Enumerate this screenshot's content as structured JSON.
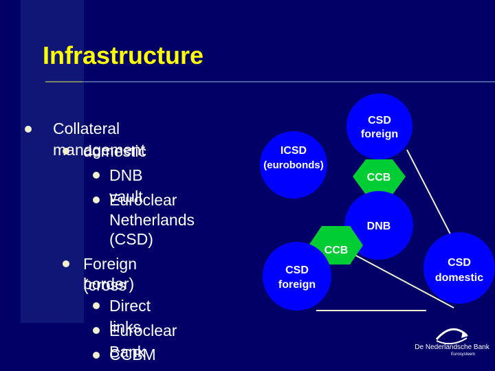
{
  "slide": {
    "title": "Infrastructure"
  },
  "bullets": {
    "collateral": "Collateral management",
    "domestic": "domestic",
    "dnb_vault": "DNB vault",
    "euroclear_nl_1": "Euroclear",
    "euroclear_nl_2": "Netherlands",
    "euroclear_nl_3": "(CSD)",
    "foreign_1": "Foreign (cross",
    "foreign_2": "border)",
    "direct_links": "Direct links",
    "euroclear_bank": "Euroclear Bank",
    "ccbm": "CCBM"
  },
  "diagram": {
    "csd_foreign_top_1": "CSD",
    "csd_foreign_top_2": "foreign",
    "icsd_1": "ICSD",
    "icsd_2": "(eurobonds)",
    "ccb_top": "CCB",
    "dnb": "DNB",
    "ccb_bottom": "CCB",
    "csd_foreign_bottom_1": "CSD",
    "csd_foreign_bottom_2": "foreign",
    "csd_domestic_1": "CSD",
    "csd_domestic_2": "domestic"
  },
  "logo": {
    "name": "De Nederlandsche Bank",
    "sub": "Eurosysteem"
  },
  "colors": {
    "background": "#000066",
    "title": "#ffff00",
    "node_fill": "#0000ff",
    "hexagon_fill": "#00cc33",
    "lines": "#f0f0d0"
  }
}
